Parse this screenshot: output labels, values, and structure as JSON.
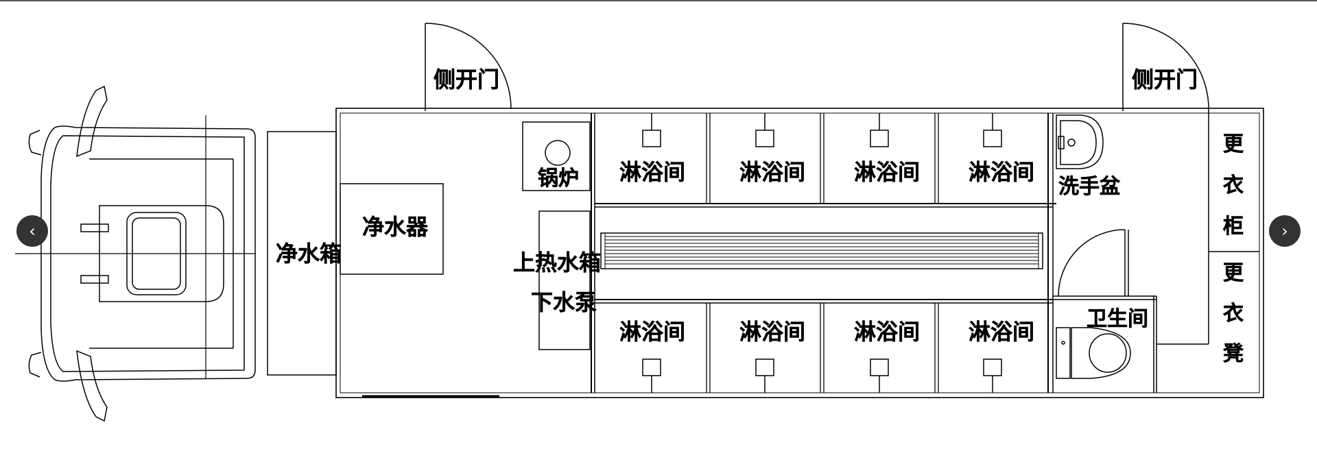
{
  "labels": {
    "side_door_left": "侧开门",
    "side_door_right": "侧开门",
    "clean_water_tank": "净水箱",
    "water_purifier": "净水器",
    "boiler": "锅炉",
    "upper_hot_water_tank": "上热水箱",
    "lower_water_pump": "下水泵",
    "shower_top": [
      "淋浴间",
      "淋浴间",
      "淋浴间",
      "淋浴间"
    ],
    "shower_bottom": [
      "淋浴间",
      "淋浴间",
      "淋浴间",
      "淋浴间"
    ],
    "wash_basin": "洗手盆",
    "toilet": "卫生间",
    "locker": [
      "更",
      "衣",
      "柜"
    ],
    "bench": [
      "更",
      "衣",
      "凳"
    ]
  },
  "carousel": {
    "prev_icon": "chevron-left-icon",
    "next_icon": "chevron-right-icon",
    "prev_glyph": "‹",
    "next_glyph": "›",
    "button_color": "#333333"
  }
}
